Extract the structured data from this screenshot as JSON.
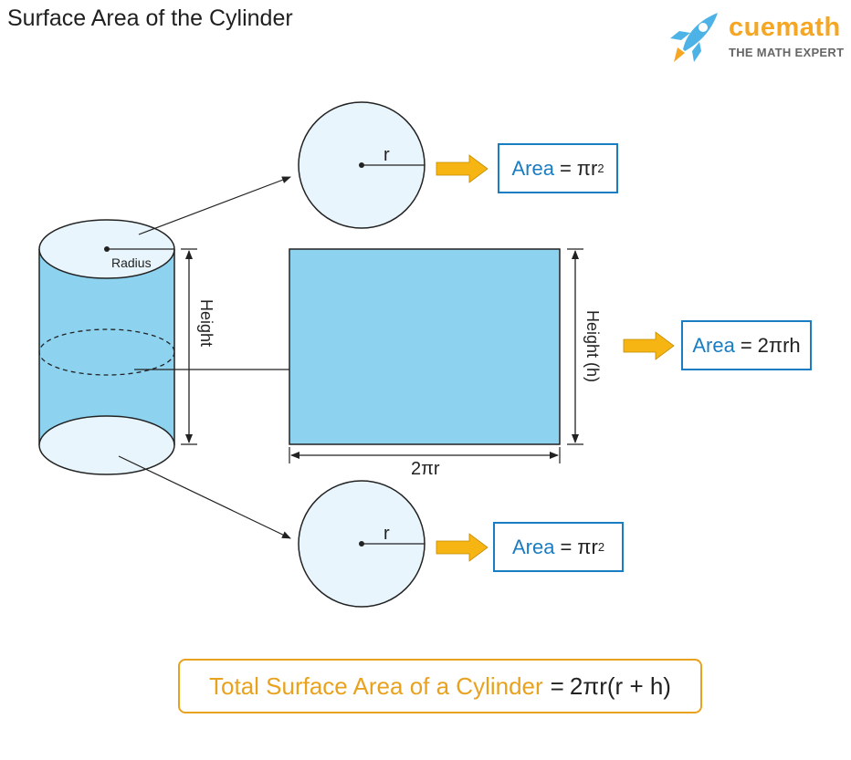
{
  "title": "Surface Area of the Cylinder",
  "brand": {
    "name": "cuemath",
    "tagline": "THE MATH EXPERT",
    "rocket_icon": "rocket-icon"
  },
  "cylinder": {
    "radius_label": "Radius",
    "height_label": "Height"
  },
  "top_circle": {
    "r_label": "r",
    "area_word": "Area",
    "area_eq": "=",
    "area_expr": "πr",
    "area_exp": "2"
  },
  "rectangle": {
    "width_label": "2πr",
    "height_label": "Height (h)",
    "area_word": "Area",
    "area_eq": "=",
    "area_expr": "2πrh"
  },
  "bottom_circle": {
    "r_label": "r",
    "area_word": "Area",
    "area_eq": "=",
    "area_expr": "πr",
    "area_exp": "2"
  },
  "total": {
    "label": "Total Surface Area of a Cylinder",
    "eq": "=",
    "formula": "2πr(r + h)"
  },
  "colors": {
    "fill_light": "#e8f5fc",
    "fill_blue": "#8dd3f0",
    "accent_blue": "#1a7cc1",
    "accent_orange": "#e8a21e",
    "arrow_yellow": "#f7b514"
  }
}
